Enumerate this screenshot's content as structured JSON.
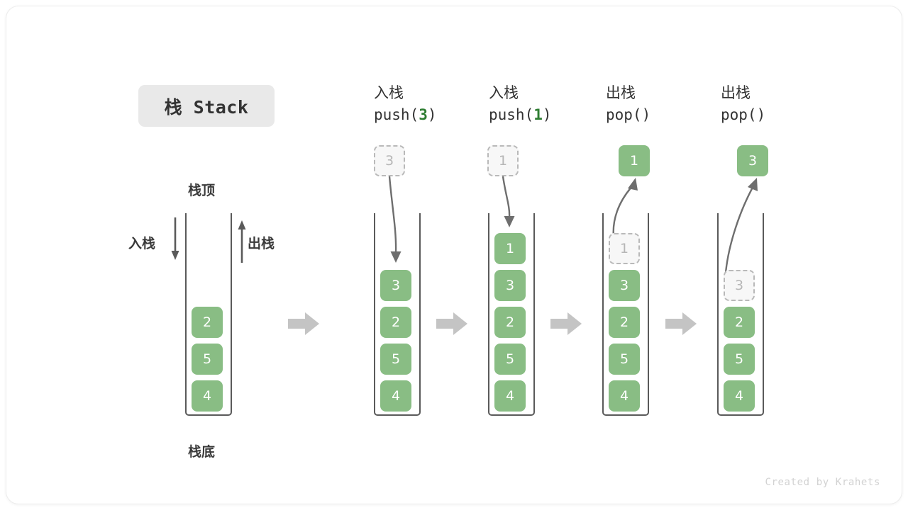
{
  "title": {
    "badge_label": "栈 Stack"
  },
  "legend": {
    "top_label": "栈顶",
    "bottom_label": "栈底",
    "push_label": "入栈",
    "pop_label": "出栈",
    "push_arrow_icon": "arrow-down-icon",
    "pop_arrow_icon": "arrow-up-icon"
  },
  "colors": {
    "element_green": "#89bd84",
    "ghost_gray": "#b9b9b9",
    "frame_gray": "#5a5a5a",
    "step_arrow_gray": "#c4c4c4",
    "badge_bg": "#e9e9e9",
    "arg_green": "#2e7d32"
  },
  "step_arrow_icon": "arrow-right-block-icon",
  "steps": [
    {
      "id": "initial",
      "header_line1": "",
      "header_line2_prefix": "",
      "header_arg": "",
      "header_line2_suffix": "",
      "floating": null,
      "stack": [
        {
          "value": "2",
          "state": "filled"
        },
        {
          "value": "5",
          "state": "filled"
        },
        {
          "value": "4",
          "state": "filled"
        }
      ]
    },
    {
      "id": "push-3",
      "header_line1": "入栈",
      "header_line2_prefix": "push(",
      "header_arg": "3",
      "header_line2_suffix": ")",
      "floating": {
        "value": "3",
        "state": "ghost",
        "direction": "into-stack"
      },
      "stack": [
        {
          "value": "3",
          "state": "filled"
        },
        {
          "value": "2",
          "state": "filled"
        },
        {
          "value": "5",
          "state": "filled"
        },
        {
          "value": "4",
          "state": "filled"
        }
      ]
    },
    {
      "id": "push-1",
      "header_line1": "入栈",
      "header_line2_prefix": "push(",
      "header_arg": "1",
      "header_line2_suffix": ")",
      "floating": {
        "value": "1",
        "state": "ghost",
        "direction": "into-stack"
      },
      "stack": [
        {
          "value": "1",
          "state": "filled"
        },
        {
          "value": "3",
          "state": "filled"
        },
        {
          "value": "2",
          "state": "filled"
        },
        {
          "value": "5",
          "state": "filled"
        },
        {
          "value": "4",
          "state": "filled"
        }
      ]
    },
    {
      "id": "pop-1",
      "header_line1": "出栈",
      "header_line2_prefix": "pop(",
      "header_arg": "",
      "header_line2_suffix": ")",
      "floating": {
        "value": "1",
        "state": "filled",
        "direction": "out-of-stack"
      },
      "stack": [
        {
          "value": "1",
          "state": "ghost"
        },
        {
          "value": "3",
          "state": "filled"
        },
        {
          "value": "2",
          "state": "filled"
        },
        {
          "value": "5",
          "state": "filled"
        },
        {
          "value": "4",
          "state": "filled"
        }
      ]
    },
    {
      "id": "pop-3",
      "header_line1": "出栈",
      "header_line2_prefix": "pop(",
      "header_arg": "",
      "header_line2_suffix": ")",
      "floating": {
        "value": "3",
        "state": "filled",
        "direction": "out-of-stack"
      },
      "stack": [
        {
          "value": "3",
          "state": "ghost"
        },
        {
          "value": "2",
          "state": "filled"
        },
        {
          "value": "5",
          "state": "filled"
        },
        {
          "value": "4",
          "state": "filled"
        }
      ]
    }
  ],
  "watermark": "Created by Krahets"
}
